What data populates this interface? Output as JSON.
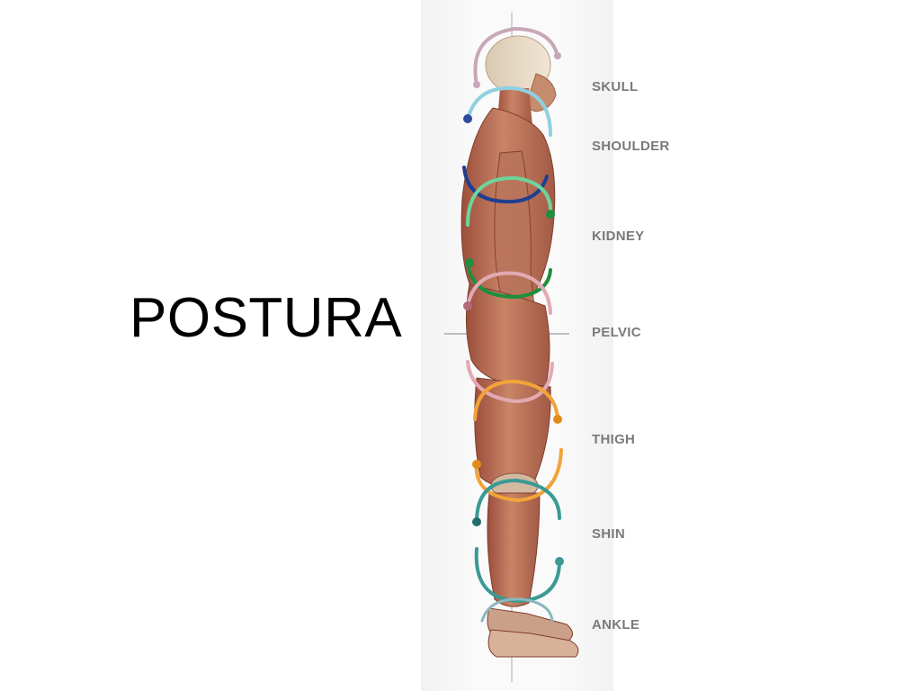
{
  "slide": {
    "title": "POSTURA"
  },
  "figure": {
    "image": "human-anatomy-side-view",
    "labels": [
      {
        "id": "skull",
        "text": "SKULL",
        "ring_color": "#c8a7b8"
      },
      {
        "id": "shoulder",
        "text": "SHOULDER",
        "ring_color": "#8fd0e0"
      },
      {
        "id": "kidney",
        "text": "KIDNEY",
        "ring_color": "#6fd49a"
      },
      {
        "id": "pelvic",
        "text": "PELVIC",
        "ring_color": "#e3a9b3"
      },
      {
        "id": "thigh",
        "text": "THIGH",
        "ring_color": "#f2a43a"
      },
      {
        "id": "shin",
        "text": "SHIN",
        "ring_color": "#3a9a94"
      },
      {
        "id": "ankle",
        "text": "ANKLE",
        "ring_color": "#8ab8c0"
      }
    ]
  }
}
